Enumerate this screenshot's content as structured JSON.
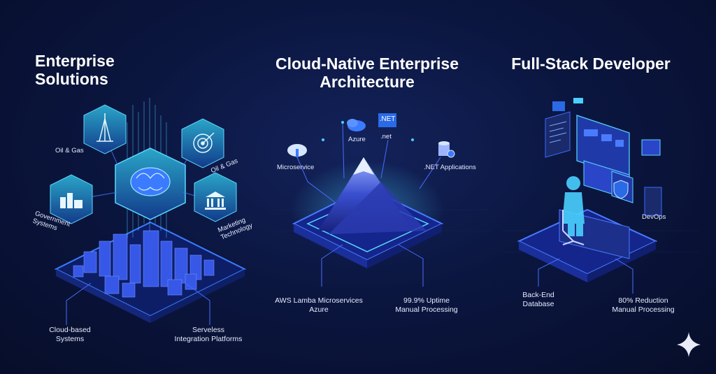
{
  "panels": [
    {
      "title_lines": [
        "Enterprise",
        "Solutions"
      ],
      "labels": {
        "top_left": "Oil & Gas",
        "top_right": "Oil & Gas",
        "mid_left_lines": [
          "Government",
          "Systems"
        ],
        "mid_right_lines": [
          "Marketing",
          "Technology"
        ],
        "bottom_left_lines": [
          "Cloud-based",
          "Systems"
        ],
        "bottom_right_lines": [
          "Serveless",
          "Integration Platforms"
        ]
      }
    },
    {
      "title_lines": [
        "Cloud-Native Enterprise",
        "Architecture"
      ],
      "labels": {
        "microservice": "Microservice",
        "azure": "Azure",
        "net_badge": ".NET",
        "net": ".net",
        "net_apps": ".NET Applications",
        "bottom_left_lines": [
          "AWS Lamba Microservices",
          "Azure"
        ],
        "bottom_right_lines": [
          "99.9% Uptime",
          "Manual Processing"
        ]
      }
    },
    {
      "title_lines": [
        "Full-Stack Developer"
      ],
      "labels": {
        "devops": "DevOps",
        "bottom_left_lines": [
          "Back-End",
          "Database"
        ],
        "bottom_right_lines": [
          "80% Reduction",
          "Manual Processing"
        ]
      }
    }
  ],
  "colors": {
    "background": "#0a1233",
    "accent": "#3b7bff",
    "glow": "#5ad8ff",
    "tile": "#2a45c8"
  },
  "icons": [
    "oil-rig-icon",
    "target-icon",
    "brain-icon",
    "factory-icon",
    "bank-icon",
    "cloud-upload-icon",
    "cloud-icon",
    "database-icon",
    "gear-icon",
    "shield-icon",
    "sparkle-icon"
  ]
}
